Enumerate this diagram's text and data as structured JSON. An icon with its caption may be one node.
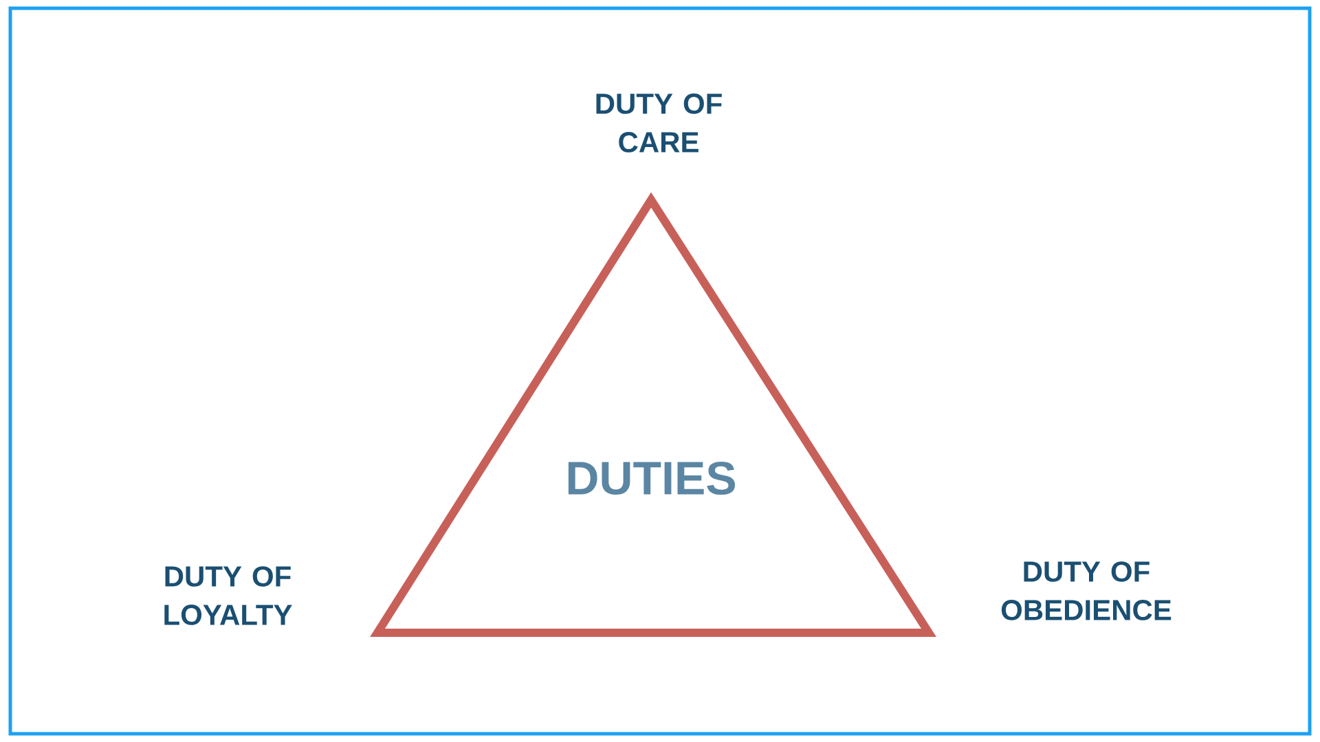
{
  "diagram": {
    "nodes": [
      {
        "text": [
          "DUTIES"
        ]
      }
    ],
    "labels": [
      "DUTY OF CARE",
      "DUTY OF LOYALTY",
      "DUTY OF OBEDIENCE"
    ]
  }
}
